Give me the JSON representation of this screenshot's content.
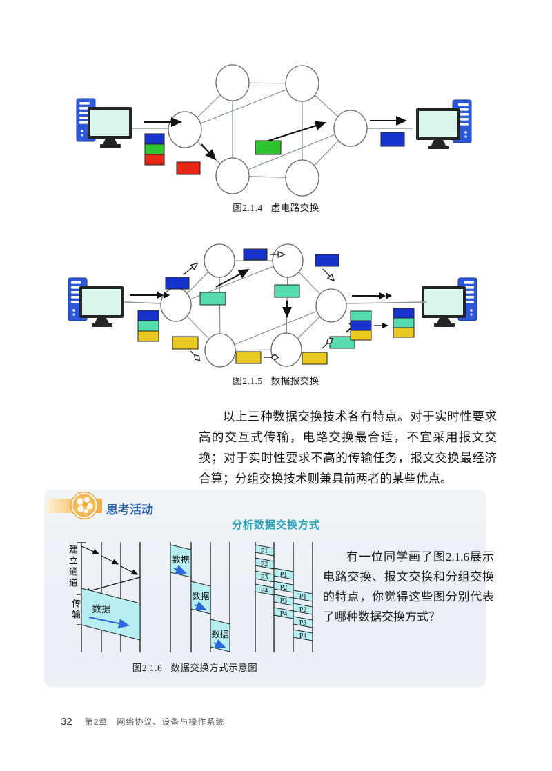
{
  "figure_214": {
    "caption_label": "图2.1.4",
    "caption_title": "虚电路交换"
  },
  "figure_215": {
    "caption_label": "图2.1.5",
    "caption_title": "数据报交换"
  },
  "body_paragraph": "以上三种数据交换技术各有特点。对于实时性要求高的交互式传输，电路交换最合适，不宜采用报文交换；对于实时性要求不高的传输任务，报文交换最经济合算；分组交换技术则兼具前两者的某些优点。",
  "activity": {
    "badge_label": "思考活动",
    "title": "分析数据交换方式",
    "question": "有一位同学画了图2.1.6展示电路交换、报文交换和分组交换的特点，你觉得这些图分别代表了哪种数据交换方式？",
    "figure_216": {
      "caption_label": "图2.1.6",
      "caption_title": "数据交换方式示意图",
      "phase_label_setup": "建立通道",
      "phase_label_transfer": "传输",
      "data_label": "数据",
      "packet_labels": [
        "P1",
        "P2",
        "P3",
        "P4"
      ]
    }
  },
  "footer": {
    "page_number": "32",
    "chapter_title": "第2章　网络协议、设备与操作系统"
  },
  "colors": {
    "packet_blue": "#1733cc",
    "packet_green": "#2fc32f",
    "packet_red": "#ea2617",
    "packet_teal": "#56dcac",
    "packet_yellow": "#e9c822",
    "badge_text_blue": "#2b5da8",
    "activity_title_teal": "#2aa3b8",
    "ribbon_orange": "#f3ad48",
    "parallelogram_cyan": "#b7eef2"
  }
}
